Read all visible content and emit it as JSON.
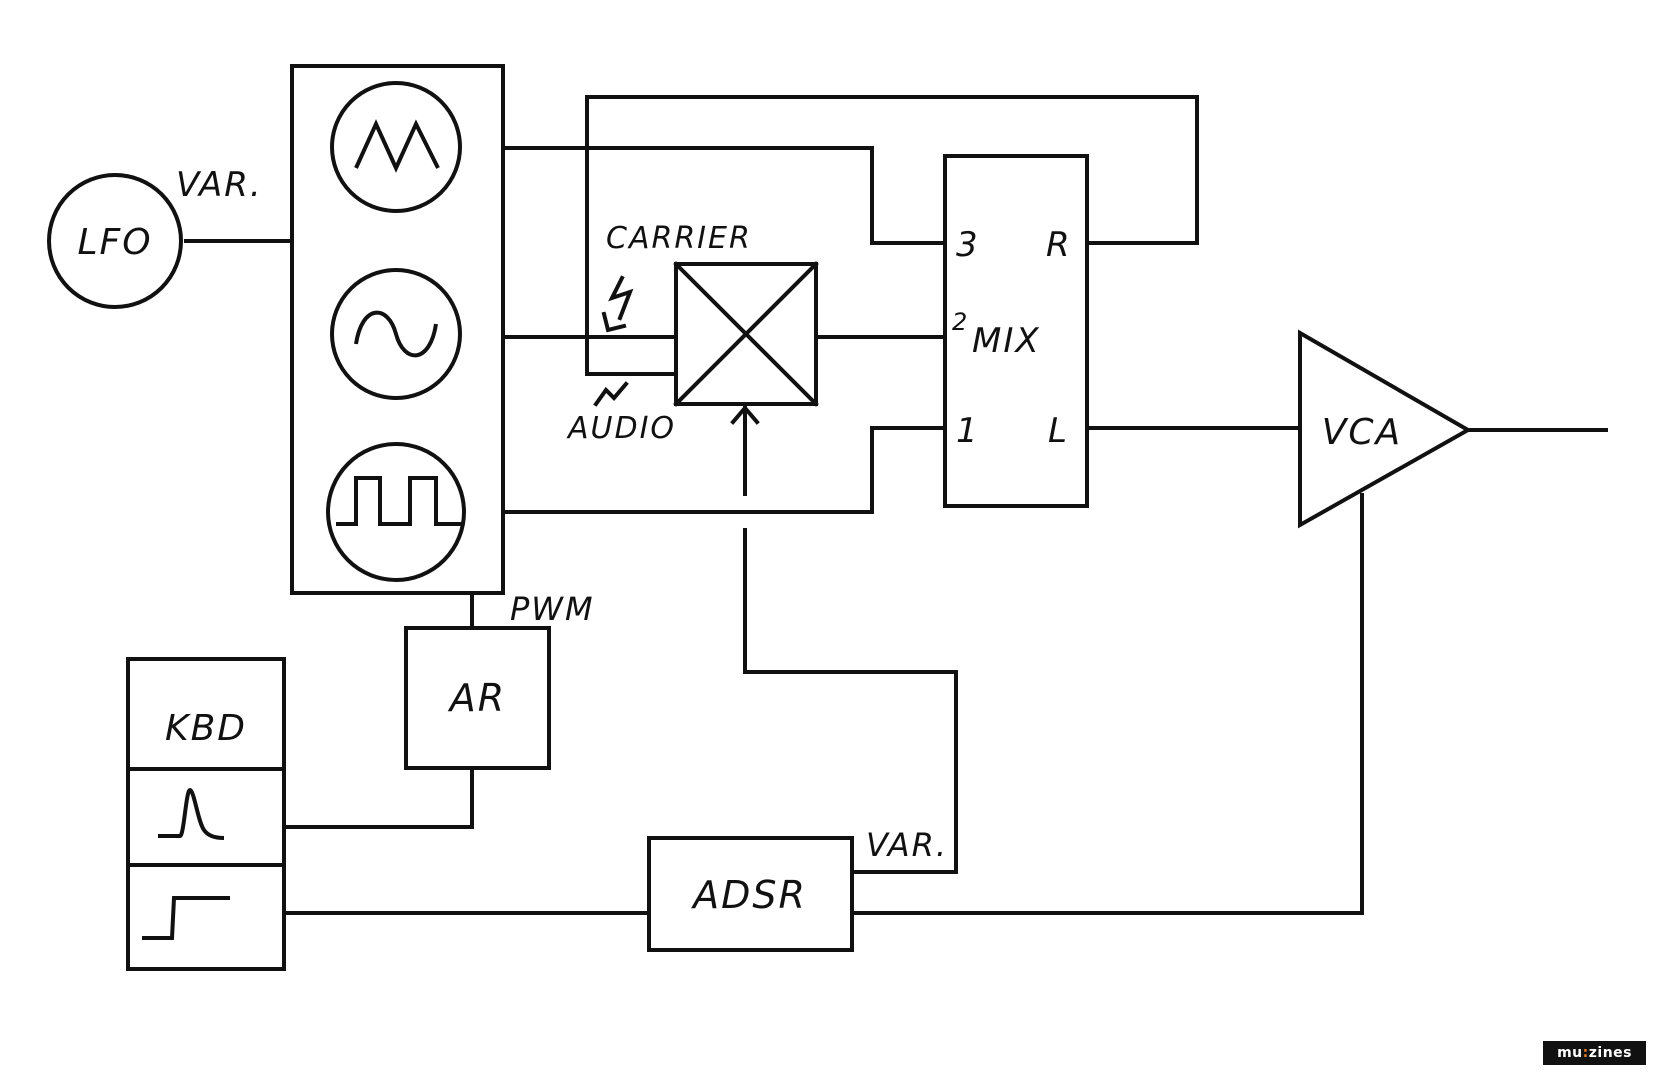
{
  "labels": {
    "lfo": "LFO",
    "lfo_var": "VAR.",
    "carrier": "CARRIER",
    "audio": "AUDIO",
    "mix": "MIX",
    "mix_in_3": "3",
    "mix_in_2": "2",
    "mix_in_1": "1",
    "mix_out_r": "R",
    "mix_out_l": "L",
    "vca": "VCA",
    "pwm": "PWM",
    "ar": "AR",
    "kbd": "KBD",
    "adsr": "ADSR",
    "adsr_var": "VAR."
  },
  "icons": {
    "osc_1": "triangle-wave-icon",
    "osc_2": "sine-wave-icon",
    "osc_3": "square-wave-icon",
    "kbd_1": "trigger-pulse-icon",
    "kbd_2": "gate-step-icon",
    "ring_mod": "ring-modulator-cross-icon"
  },
  "watermark": {
    "prefix": "mu",
    "accent": ":",
    "suffix": "zines"
  }
}
